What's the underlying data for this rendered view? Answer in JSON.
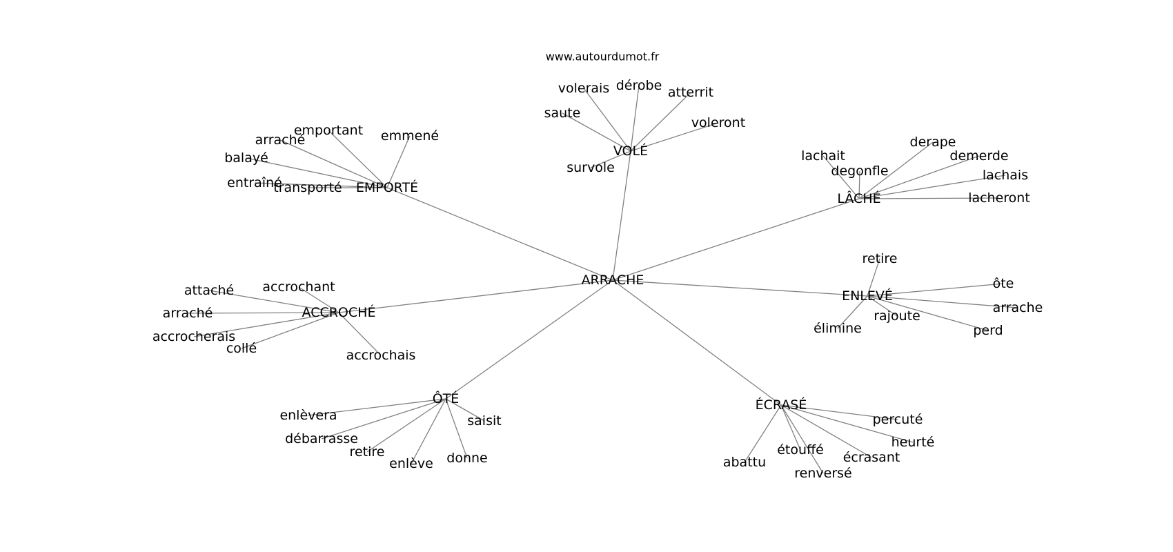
{
  "credit": "www.autourdumot.fr",
  "center": {
    "id": "arrache-center",
    "label": "ARRACHE"
  },
  "hubs": [
    {
      "id": "vole",
      "label": "VOLÉ",
      "leaves": [
        "volerais",
        "dérobe",
        "atterrit",
        "saute",
        "voleront",
        "survole"
      ]
    },
    {
      "id": "emporte",
      "label": "EMPORTÉ",
      "leaves": [
        "emportant",
        "emmené",
        "arraché",
        "balayé",
        "entraîné",
        "transporté"
      ]
    },
    {
      "id": "lache",
      "label": "LÂCHÉ",
      "leaves": [
        "derape",
        "demerde",
        "lachait",
        "degonfle",
        "lachais",
        "lacheront"
      ]
    },
    {
      "id": "enleve",
      "label": "ENLEVÉ",
      "leaves": [
        "retire",
        "ôte",
        "arrache",
        "rajoute",
        "élimine",
        "perd"
      ]
    },
    {
      "id": "accroche",
      "label": "ACCROCHÉ",
      "leaves": [
        "accrochant",
        "attaché",
        "arraché",
        "accrocherais",
        "collé",
        "accrochais"
      ]
    },
    {
      "id": "ote",
      "label": "ÔTÉ",
      "leaves": [
        "enlèvera",
        "saisit",
        "débarrasse",
        "retire",
        "enlève",
        "donne"
      ]
    },
    {
      "id": "ecrase",
      "label": "ÉCRASÉ",
      "leaves": [
        "percuté",
        "heurté",
        "étouffé",
        "écrasant",
        "abattu",
        "renversé"
      ]
    }
  ]
}
